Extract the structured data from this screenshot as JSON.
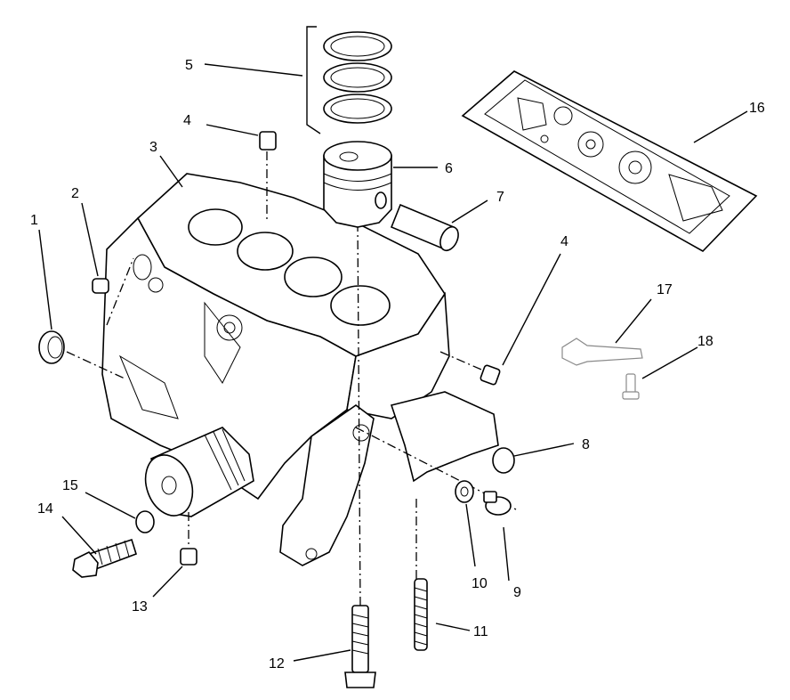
{
  "callouts": [
    {
      "id": "1",
      "label": "1",
      "part": "camshaft-seal"
    },
    {
      "id": "2",
      "label": "2",
      "part": "dowel-sleeve"
    },
    {
      "id": "3",
      "label": "3",
      "part": "cylinder-block"
    },
    {
      "id": "4a",
      "label": "4",
      "part": "dowel-top"
    },
    {
      "id": "4b",
      "label": "4",
      "part": "dowel-rear"
    },
    {
      "id": "5",
      "label": "5",
      "part": "piston-rings"
    },
    {
      "id": "6",
      "label": "6",
      "part": "piston"
    },
    {
      "id": "7",
      "label": "7",
      "part": "piston-pin"
    },
    {
      "id": "8",
      "label": "8",
      "part": "plug"
    },
    {
      "id": "9",
      "label": "9",
      "part": "drain-plug"
    },
    {
      "id": "10",
      "label": "10",
      "part": "washer"
    },
    {
      "id": "11",
      "label": "11",
      "part": "stud"
    },
    {
      "id": "12",
      "label": "12",
      "part": "bolt"
    },
    {
      "id": "13",
      "label": "13",
      "part": "dowel-bottom"
    },
    {
      "id": "14",
      "label": "14",
      "part": "hex-bolt"
    },
    {
      "id": "15",
      "label": "15",
      "part": "bolt-washer"
    },
    {
      "id": "16",
      "label": "16",
      "part": "gasket-set"
    },
    {
      "id": "17",
      "label": "17",
      "part": "dipstick"
    },
    {
      "id": "18",
      "label": "18",
      "part": "screw"
    }
  ],
  "colors": {
    "line": "#000000",
    "ghost": "#8a8a8a",
    "background": "#ffffff"
  }
}
